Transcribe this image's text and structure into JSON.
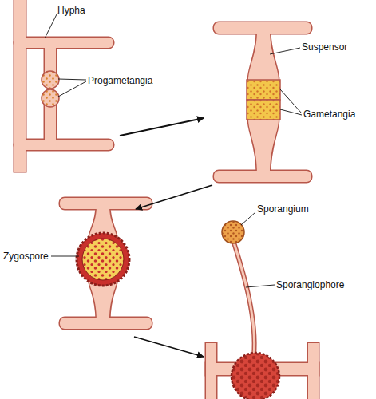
{
  "diagram": {
    "labels": [
      "Hypha",
      "Progametangia",
      "Suspensor",
      "Gametangia",
      "Zygospore",
      "Sporangium",
      "Sporangiophore"
    ]
  }
}
